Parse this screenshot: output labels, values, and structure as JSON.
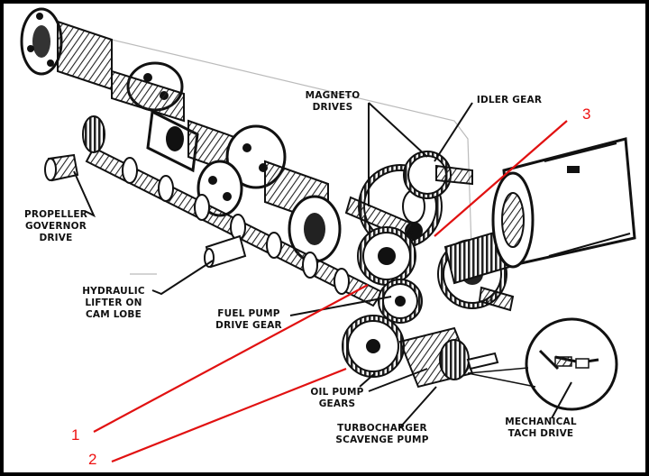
{
  "labels": {
    "magneto_drives": "MAGNETO\nDRIVES",
    "idler_gear": "IDLER GEAR",
    "propeller_governor_drive": "PROPELLER\nGOVERNOR\nDRIVE",
    "hydraulic_lifter": "HYDRAULIC\nLIFTER ON\nCAM LOBE",
    "fuel_pump_drive_gear": "FUEL PUMP\nDRIVE GEAR",
    "oil_pump_gears": "OIL PUMP\nGEARS",
    "turbocharger_scavenge_pump": "TURBOCHARGER\nSCAVENGE PUMP",
    "mechanical_tach_drive": "MECHANICAL\nTACH DRIVE"
  },
  "callouts": {
    "one": "1",
    "two": "2",
    "three": "3"
  },
  "colors": {
    "ink": "#111111",
    "callout_red": "#e11111",
    "frame": "#000000"
  }
}
